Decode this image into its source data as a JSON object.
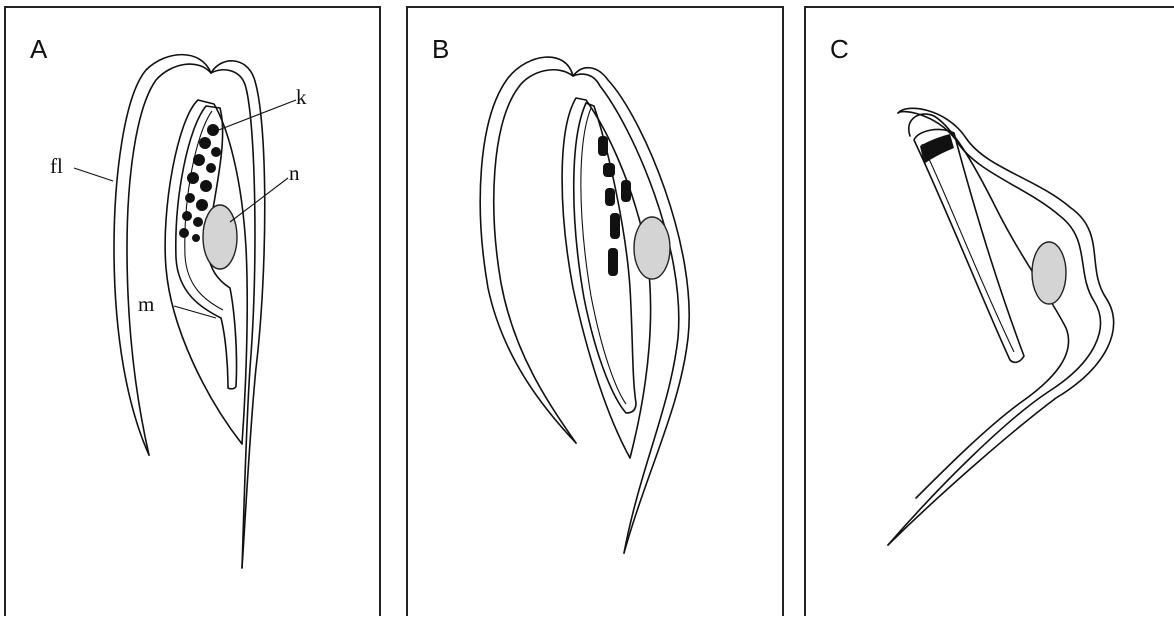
{
  "panels": [
    {
      "letter": "A",
      "labels": {
        "k": "k",
        "n": "n",
        "fl": "fl",
        "m": "m"
      }
    },
    {
      "letter": "B"
    },
    {
      "letter": "C"
    }
  ],
  "colors": {
    "nucleus": "#d4d4d4",
    "stroke": "#111111",
    "border": "#222222"
  }
}
